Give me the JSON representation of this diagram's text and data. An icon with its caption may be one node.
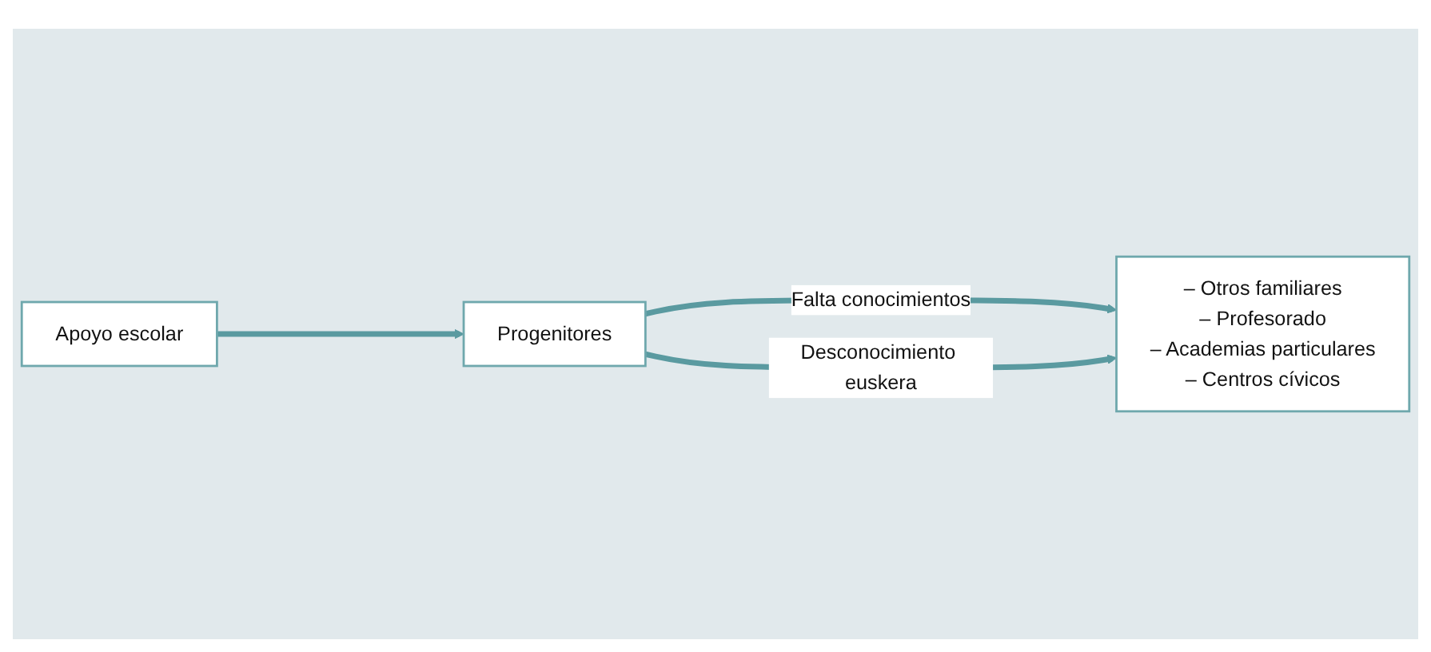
{
  "diagram": {
    "nodes": [
      {
        "text": [
          "Apoyo escolar"
        ]
      },
      {
        "text": [
          "Progenitores"
        ]
      },
      {
        "text": [
          "– Otros familiares",
          "– Profesorado",
          "– Academias particulares",
          "– Centros cívicos"
        ]
      }
    ],
    "edges": [
      {
        "from": 0,
        "to": 1,
        "arrow": "to"
      },
      {
        "from": 1,
        "to": 2,
        "arrow": "to",
        "label": "Falta conocimientos"
      },
      {
        "from": 1,
        "to": 2,
        "arrow": "to",
        "label": "Desconocimiento euskera"
      }
    ]
  }
}
